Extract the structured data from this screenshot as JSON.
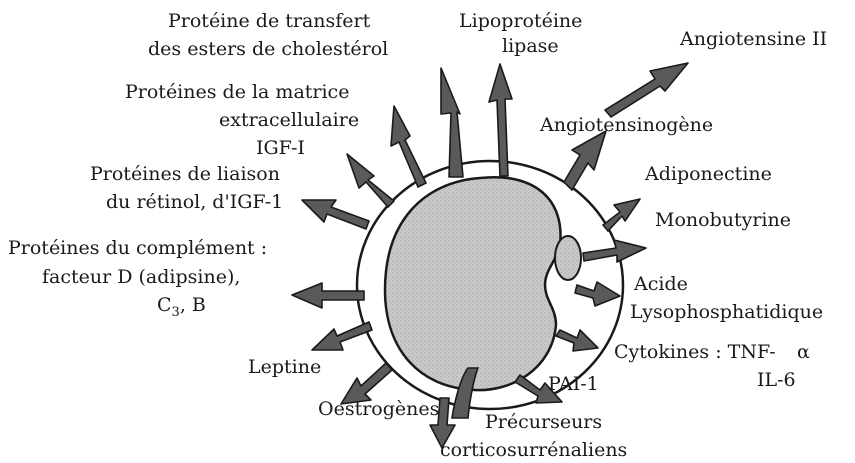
{
  "labels": {
    "cetp_1": "Protéine de transfert",
    "cetp_2": "des esters de cholestérol",
    "lpl_1": "Lipoprotéine",
    "lpl_2": "lipase",
    "angiotensin2": "Angiotensine II",
    "ecm_1": "Protéines de la matrice",
    "ecm_2": "extracellulaire",
    "igf1": "IGF-I",
    "angiotensinogen": "Angiotensinogène",
    "retinol_1": "Protéines de liaison",
    "retinol_2": "du rétinol, d'IGF-1",
    "adiponectin": "Adiponectine",
    "monobutyrin": "Monobutyrine",
    "complement_1": "Protéines du complément :",
    "complement_2": "facteur D (adipsine),",
    "complement_3a": "C",
    "complement_3sub": "3",
    "complement_3b": ", B",
    "lpa_1": "Acide",
    "lpa_2": "Lysophosphatidique",
    "cytokines": "Cytokines : TNF-",
    "alpha": "α",
    "il6": "IL-6",
    "leptin": "Leptine",
    "pai1": "PAI-1",
    "estrogens": "Oestrogènes",
    "corticos_1": "Précurseurs",
    "corticos_2": "corticosurrénaliens"
  },
  "colors": {
    "arrow_fill": "#5a5a5a",
    "nucleus_fill": "#c8c8c8",
    "outline": "#1a1a1a"
  }
}
